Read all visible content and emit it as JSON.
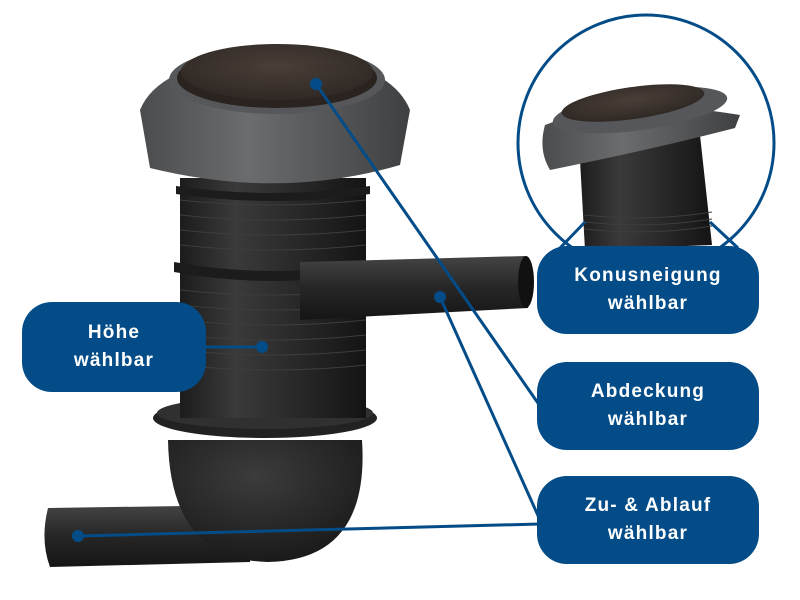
{
  "labels": {
    "hoehe": {
      "line1": "Höhe",
      "line2": "wählbar"
    },
    "konusneigung": {
      "line1": "Konusneigung",
      "line2": "wählbar"
    },
    "abdeckung": {
      "line1": "Abdeckung",
      "line2": "wählbar"
    },
    "zu_ablauf": {
      "line1": "Zu- & Ablauf",
      "line2": "wählbar"
    }
  },
  "colors": {
    "accent": "#034c88",
    "shaft": "#2b2b2b",
    "concrete": "#5d5f61",
    "lid": "#3f3530",
    "background": "#ffffff"
  },
  "inset": {
    "description": "tilted cone detail"
  }
}
